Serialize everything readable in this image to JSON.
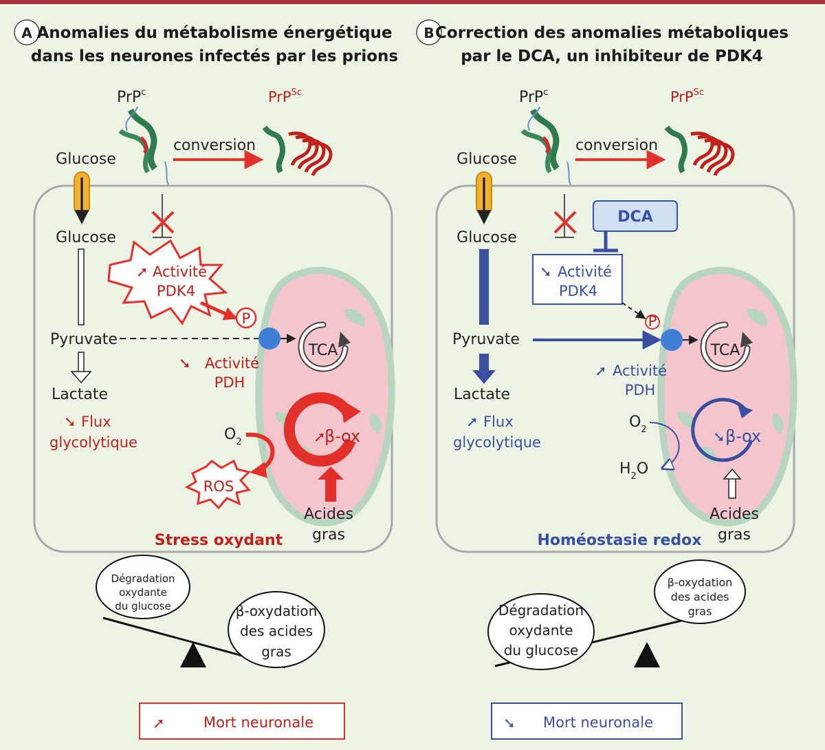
{
  "panelA": {
    "letter": "A",
    "title_line1": "Anomalies du métabolisme énergétique",
    "title_line2": "dans les neurones infectés par les prions",
    "prpc": "PrP",
    "prpc_sup": "c",
    "prpsc": "PrP",
    "prpsc_sup": "Sc",
    "conversion": "conversion",
    "glucose_out": "Glucose",
    "glucose_in": "Glucose",
    "pdk4_line1": "Activité",
    "pdk4_line2": "PDK4",
    "phospho": "P",
    "pyruvate": "Pyruvate",
    "tca": "TCA",
    "pdh_line1": "Activité",
    "pdh_line2": "PDH",
    "lactate": "Lactate",
    "flux_line1": "Flux",
    "flux_line2": "glycolytique",
    "o2": "O",
    "o2_sub": "2",
    "ros": "ROS",
    "box": "β-ox",
    "acides": "Acides",
    "gras": "gras",
    "state": "Stress oxydant",
    "balance_left": [
      "Dégradation",
      "oxydante",
      "du glucose"
    ],
    "balance_right": [
      "β-oxydation",
      "des acides",
      "gras"
    ],
    "outcome": "Mort neuronale"
  },
  "panelB": {
    "letter": "B",
    "title_line1": "Correction des anomalies métaboliques",
    "title_line2": "par le DCA, un inhibiteur de PDK4",
    "prpc": "PrP",
    "prpc_sup": "c",
    "prpsc": "PrP",
    "prpsc_sup": "Sc",
    "conversion": "conversion",
    "glucose_out": "Glucose",
    "glucose_in": "Glucose",
    "dca": "DCA",
    "pdk4_line1": "Activité",
    "pdk4_line2": "PDK4",
    "phospho": "P",
    "pyruvate": "Pyruvate",
    "tca": "TCA",
    "pdh_line1": "Activité",
    "pdh_line2": "PDH",
    "lactate": "Lactate",
    "flux_line1": "Flux",
    "flux_line2": "glycolytique",
    "o2": "O",
    "o2_sub": "2",
    "h2o_h": "H",
    "h2o_sub": "2",
    "h2o_o": "O",
    "box": "β-ox",
    "acides": "Acides",
    "gras": "gras",
    "state": "Homéostasie redox",
    "balance_left": [
      "Dégradation",
      "oxydante",
      "du glucose"
    ],
    "balance_right": [
      "β-oxydation",
      "des acides",
      "gras"
    ],
    "outcome": "Mort neuronale"
  },
  "colors": {
    "red": "#e2312b",
    "dark_red": "#c0201b",
    "blue": "#3a4fa0",
    "mito_fill": "#f3c5cd",
    "mito_border": "#b8d5bf",
    "cell_border": "#a8a8a8",
    "dca_fill": "#cfe0f3"
  }
}
